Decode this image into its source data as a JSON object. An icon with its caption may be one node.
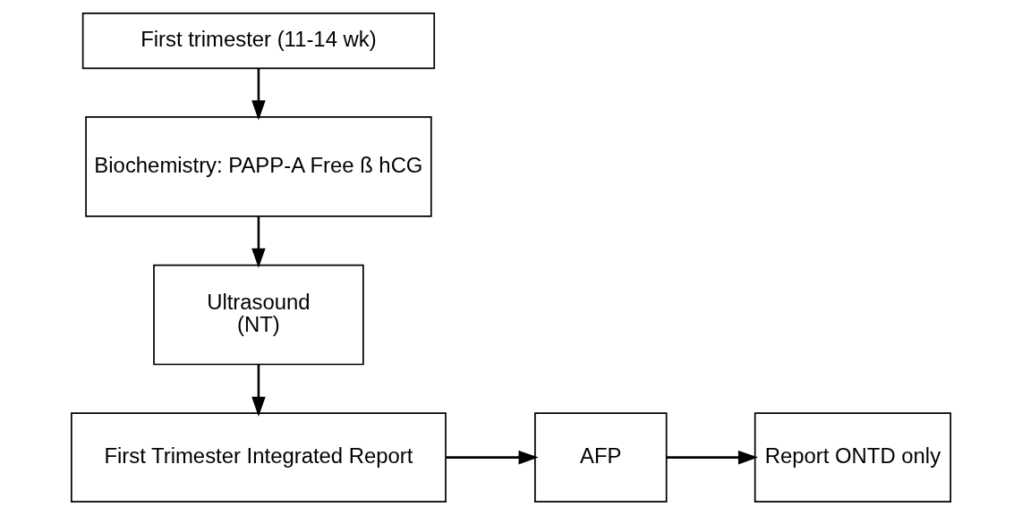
{
  "diagram": {
    "nodes": [
      {
        "text": [
          "First trimester (11-14 wk)"
        ]
      },
      {
        "text": [
          "Biochemistry: PAPP-A Free ß hCG"
        ]
      },
      {
        "text": [
          "Ultrasound",
          "(NT)"
        ]
      },
      {
        "text": [
          "First Trimester Integrated Report"
        ]
      },
      {
        "text": [
          "AFP"
        ]
      },
      {
        "text": [
          "Report ONTD only"
        ]
      }
    ],
    "edges": [
      {
        "from": 0,
        "to": 1,
        "arrow": "to"
      },
      {
        "from": 1,
        "to": 2,
        "arrow": "to"
      },
      {
        "from": 2,
        "to": 3,
        "arrow": "to"
      },
      {
        "from": 3,
        "to": 4,
        "arrow": "to"
      },
      {
        "from": 4,
        "to": 5,
        "arrow": "to"
      }
    ]
  }
}
